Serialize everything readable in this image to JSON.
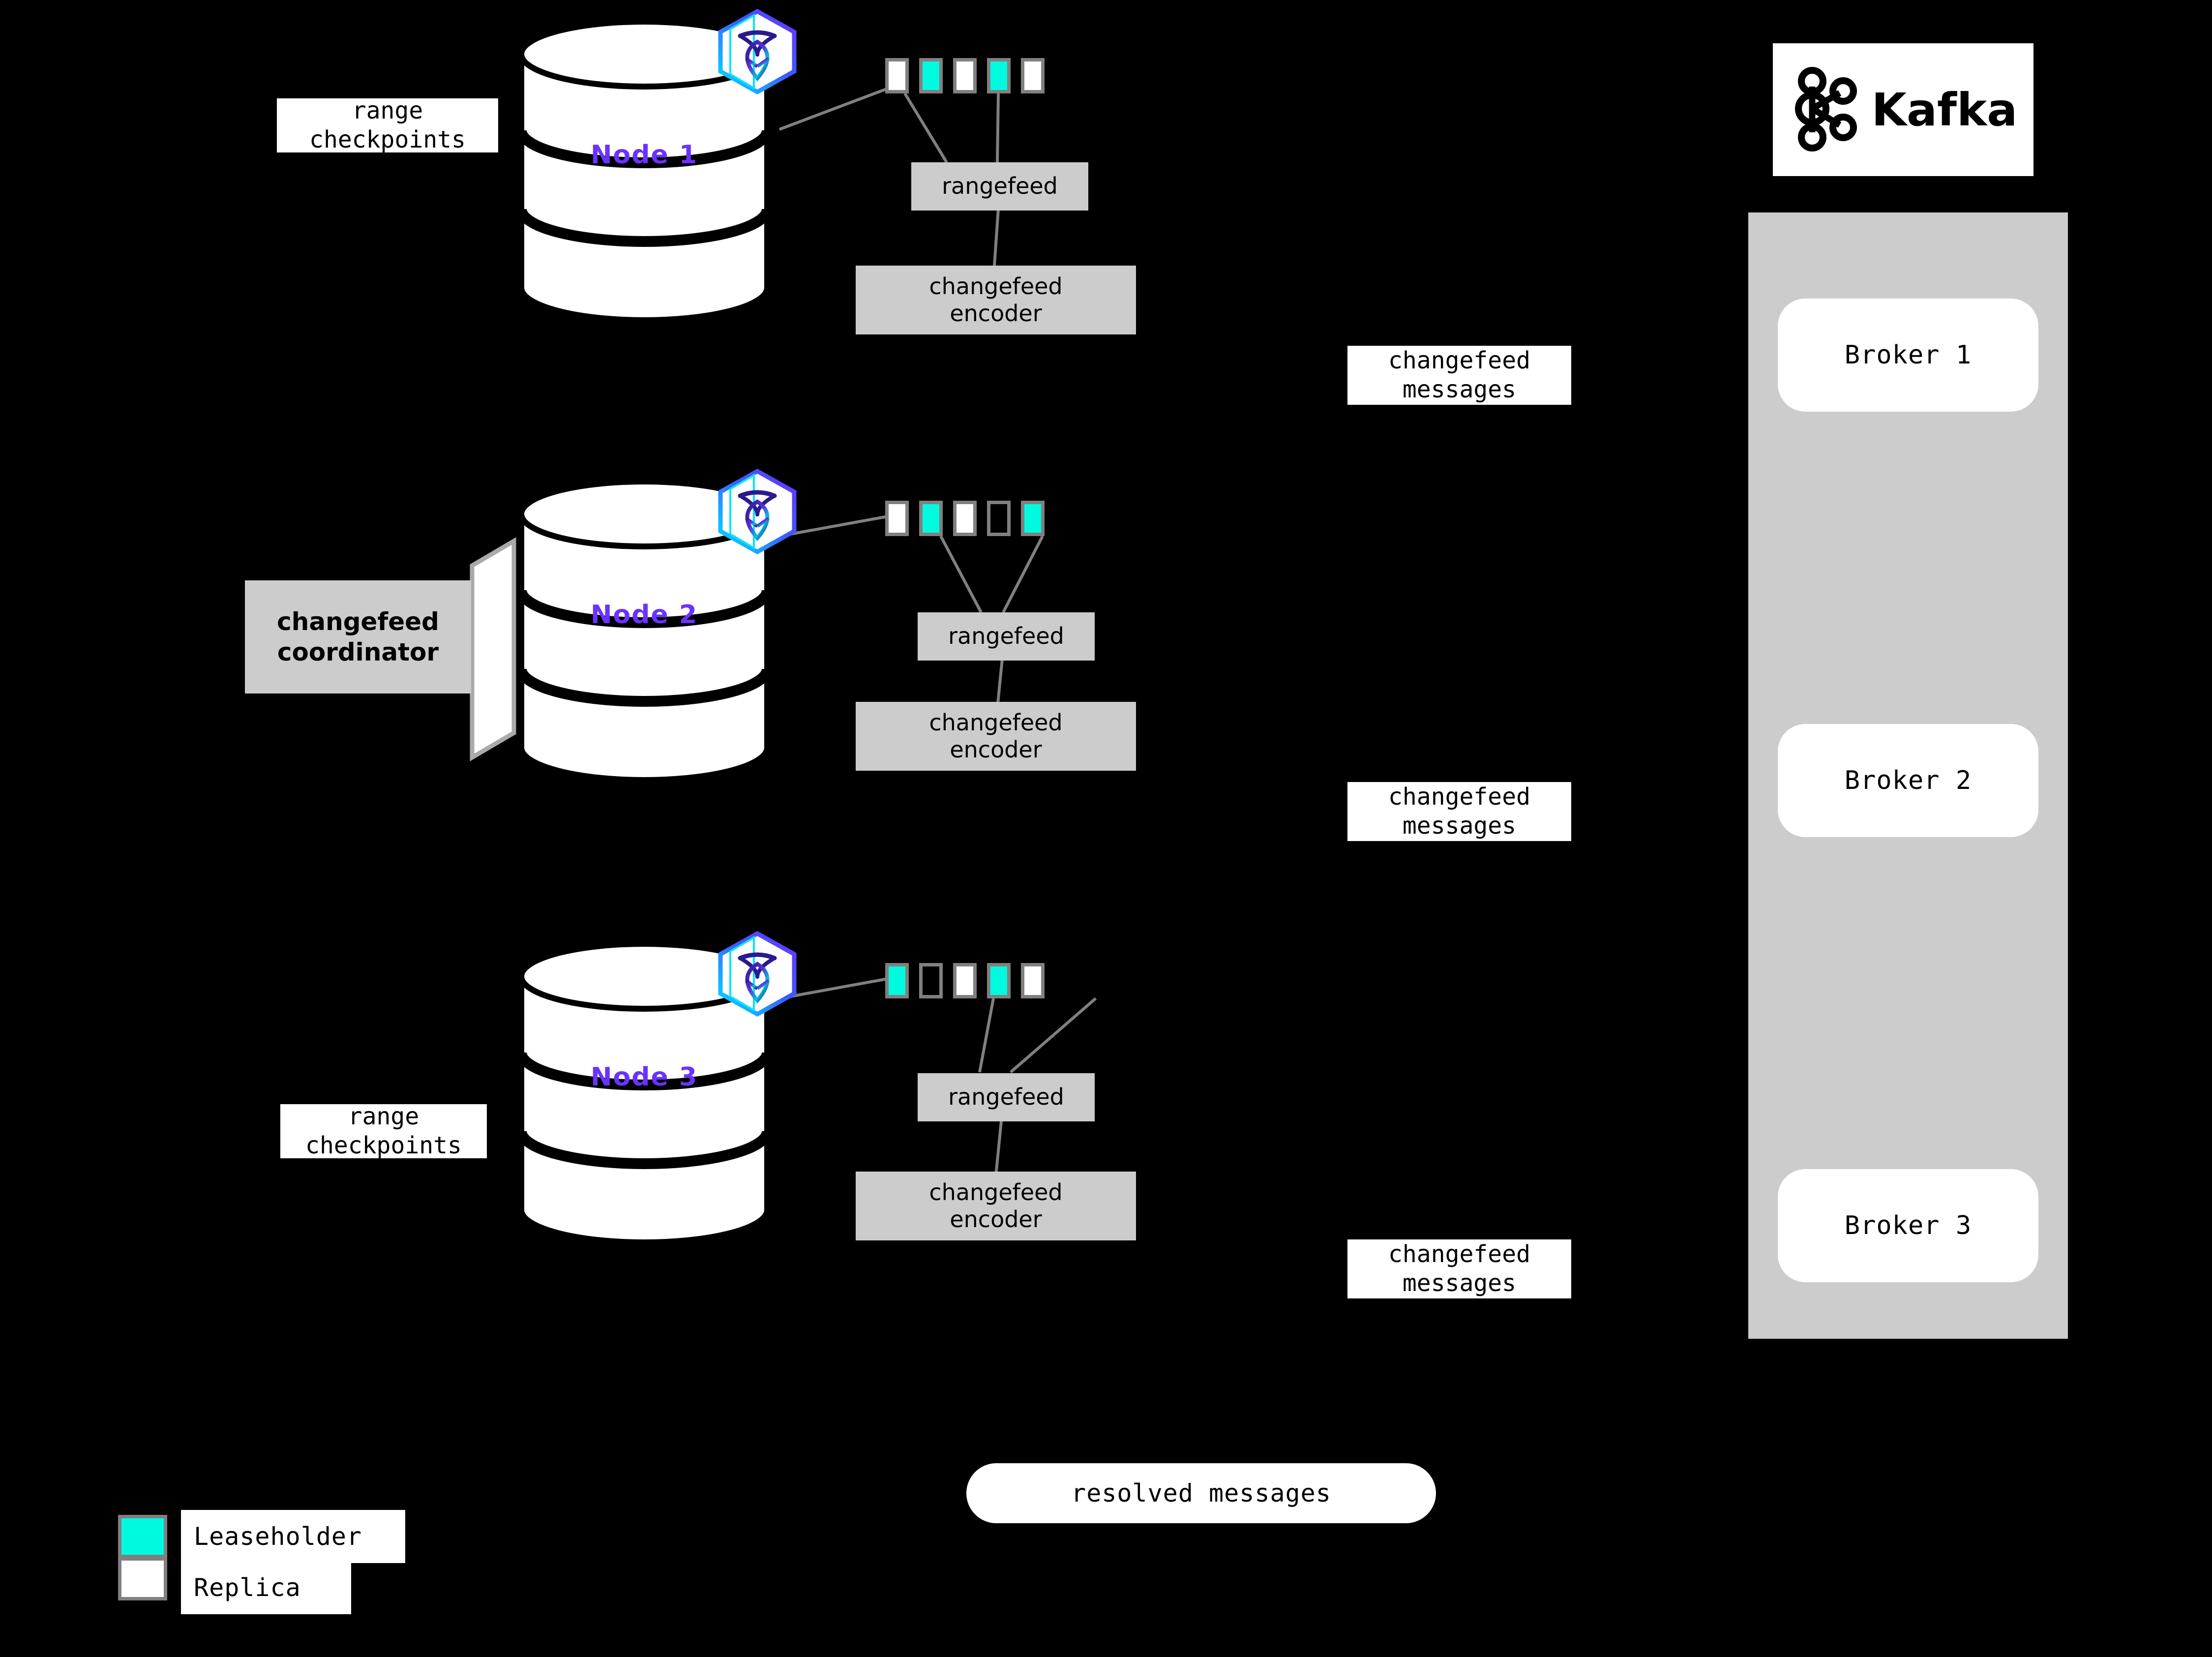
{
  "diagram": {
    "title": "CockroachDB changefeed to Kafka architecture",
    "background_color": "#000000",
    "accent_purple": "#6933ff",
    "leaseholder_color": "#00fae0",
    "replica_color": "#ffffff",
    "process_box_color": "#cccccc",
    "connector_color": "#808080"
  },
  "nodes": [
    {
      "id": "node1",
      "label": "Node 1",
      "logo": "cockroachdb-hexagon-icon",
      "ranges": [
        {
          "type": "replica"
        },
        {
          "type": "leaseholder"
        },
        {
          "type": "replica"
        },
        {
          "type": "leaseholder"
        },
        {
          "type": "replica"
        }
      ],
      "rangefeed_label": "rangefeed",
      "encoder_label": "changefeed\nencoder",
      "annotation": "range\ncheckpoints"
    },
    {
      "id": "node2",
      "label": "Node 2",
      "logo": "cockroachdb-hexagon-icon",
      "ranges": [
        {
          "type": "replica"
        },
        {
          "type": "leaseholder"
        },
        {
          "type": "replica"
        },
        {
          "type": "empty"
        },
        {
          "type": "leaseholder"
        }
      ],
      "rangefeed_label": "rangefeed",
      "encoder_label": "changefeed\nencoder",
      "annotation": "changefeed\ncoordinator"
    },
    {
      "id": "node3",
      "label": "Node 3",
      "logo": "cockroachdb-hexagon-icon",
      "ranges": [
        {
          "type": "leaseholder"
        },
        {
          "type": "empty"
        },
        {
          "type": "replica"
        },
        {
          "type": "leaseholder"
        },
        {
          "type": "replica"
        }
      ],
      "rangefeed_label": "rangefeed",
      "encoder_label": "changefeed\nencoder",
      "annotation": "range\ncheckpoints"
    }
  ],
  "messages": [
    {
      "id": "msg1",
      "label": "changefeed\nmessages"
    },
    {
      "id": "msg2",
      "label": "changefeed\nmessages"
    },
    {
      "id": "msg3",
      "label": "changefeed\nmessages"
    }
  ],
  "resolved": {
    "label": "resolved messages"
  },
  "kafka": {
    "wordmark": "Kafka",
    "logo_icon": "kafka-node-graph-icon",
    "brokers": [
      {
        "label": "Broker 1"
      },
      {
        "label": "Broker 2"
      },
      {
        "label": "Broker 3"
      }
    ]
  },
  "legend": {
    "items": [
      {
        "swatch": "leaseholder",
        "label": "Leaseholder"
      },
      {
        "swatch": "replica",
        "label": "Replica"
      }
    ]
  }
}
